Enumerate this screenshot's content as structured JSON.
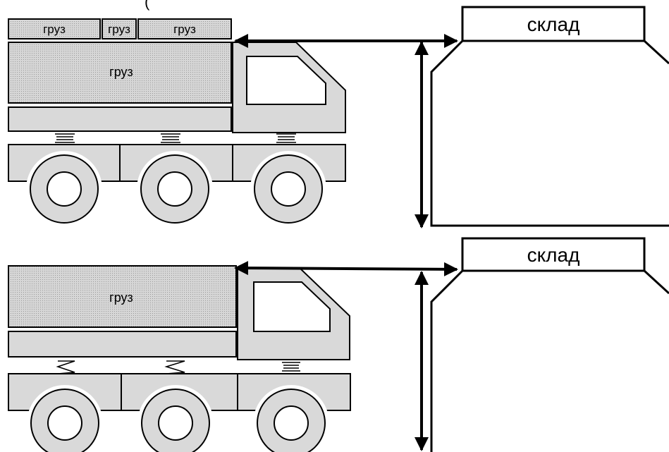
{
  "top_caption": "(",
  "scene_top": {
    "cargo_label_1": "груз",
    "cargo_label_2": "груз",
    "cargo_label_3": "груз",
    "main_cargo_label": "груз",
    "warehouse_label": "склад"
  },
  "scene_bottom": {
    "main_cargo_label": "груз",
    "warehouse_label": "склад"
  },
  "colors": {
    "truck_fill": "#d9d9d9",
    "cargo_fill": "#cfcfcf",
    "outline": "#000000",
    "background": "#ffffff"
  }
}
